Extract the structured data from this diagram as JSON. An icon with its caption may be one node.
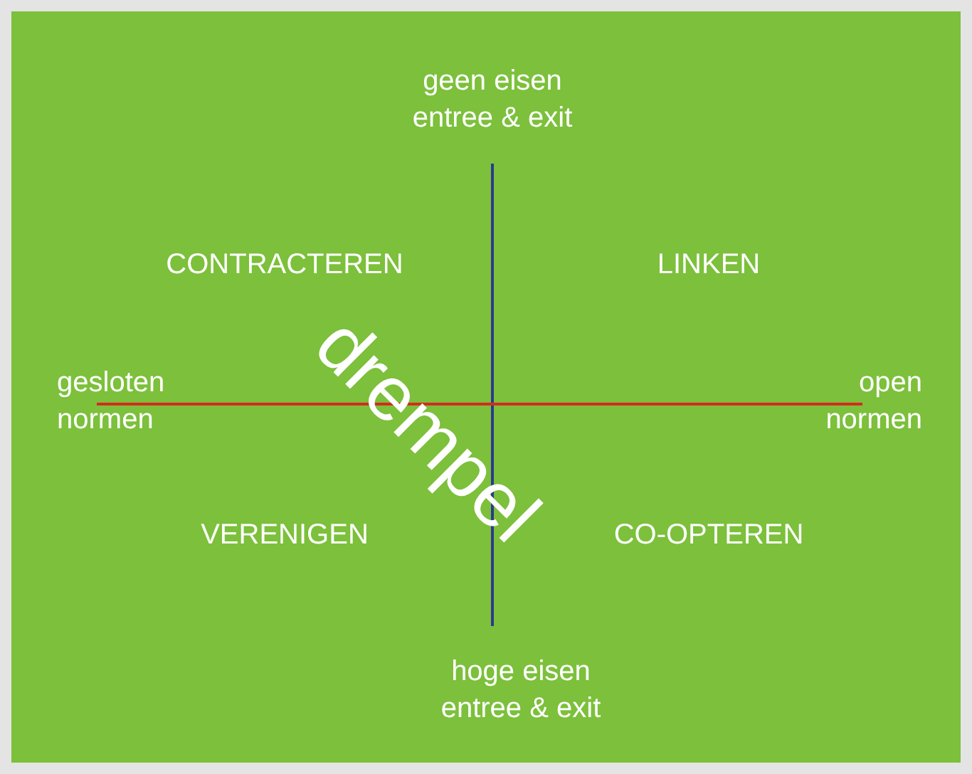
{
  "diagram": {
    "labels": [
      "geen eisen entree & exit",
      "CONTRACTEREN",
      "LINKEN",
      "drempel",
      "gesloten normen",
      "open normen",
      "VERENIGEN",
      "CO-OPTEREN",
      "hoge eisen entree & exit"
    ]
  }
}
